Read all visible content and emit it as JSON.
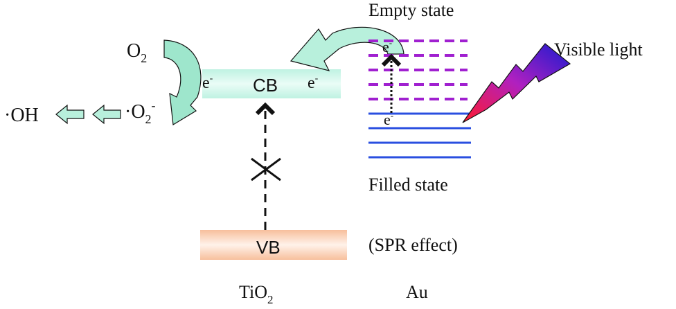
{
  "labels": {
    "empty_state": "Empty state",
    "visible_light": "Visible light",
    "filled_state": "Filled state",
    "spr_effect": "(SPR effect)",
    "au": "Au",
    "tio2_main": "TiO",
    "tio2_sub": "2",
    "cb": "CB",
    "vb": "VB",
    "o2_main": "O",
    "o2_sub": "2",
    "superoxide_dot": "·O",
    "superoxide_sub": "2",
    "superoxide_sup": "-",
    "hydroxyl": "·OH",
    "electron": "e",
    "electron_sup": "-"
  },
  "colors": {
    "cb_band": "#c8f5e6",
    "vb_band": "#f9c7a6",
    "arrow_fill": "#b8f0dc",
    "arrow_dark": "#6fc5a6",
    "empty_level": "#a020d0",
    "filled_level": "#2a4fe0",
    "bolt_start": "#ff1a2e",
    "bolt_end": "#1a1ad0"
  },
  "au_levels": {
    "empty_count": 5,
    "filled_count": 4
  }
}
